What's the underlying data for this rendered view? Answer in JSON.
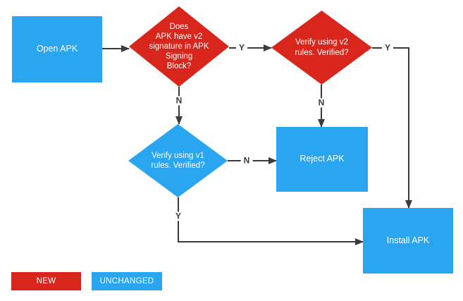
{
  "diagram": {
    "type": "flowchart",
    "nodes": {
      "open_apk": {
        "label": "Open APK",
        "shape": "rect",
        "color_role": "unchanged"
      },
      "v2_check": {
        "label": "Does\nAPK have v2\nsignature in APK\nSigning\nBlock?",
        "shape": "diamond",
        "color_role": "new"
      },
      "v2_verify": {
        "label": "Verify using v2\nrules. Verified?",
        "shape": "diamond",
        "color_role": "new"
      },
      "v1_verify": {
        "label": "Verify using v1\nrules. Verified?",
        "shape": "diamond",
        "color_role": "unchanged"
      },
      "reject_apk": {
        "label": "Reject APK",
        "shape": "rect",
        "color_role": "unchanged"
      },
      "install_apk": {
        "label": "Install APK",
        "shape": "rect",
        "color_role": "unchanged"
      }
    },
    "edges": {
      "open_to_v2check": {
        "label": ""
      },
      "v2check_yes": {
        "label": "Y",
        "from": "v2_check",
        "to": "v2_verify"
      },
      "v2check_no": {
        "label": "N",
        "from": "v2_check",
        "to": "v1_verify"
      },
      "v2verify_yes": {
        "label": "Y",
        "from": "v2_verify",
        "to": "install_apk"
      },
      "v2verify_no": {
        "label": "N",
        "from": "v2_verify",
        "to": "reject_apk"
      },
      "v1verify_no": {
        "label": "N",
        "from": "v1_verify",
        "to": "reject_apk"
      },
      "v1verify_yes": {
        "label": "Y",
        "from": "v1_verify",
        "to": "install_apk"
      }
    },
    "legend": {
      "new": "NEW",
      "unchanged": "UNCHANGED"
    }
  },
  "colors": {
    "new": "#d9261c",
    "unchanged": "#2aa5f0",
    "line": "#3b3b3b",
    "node_text": "#ffffff"
  }
}
